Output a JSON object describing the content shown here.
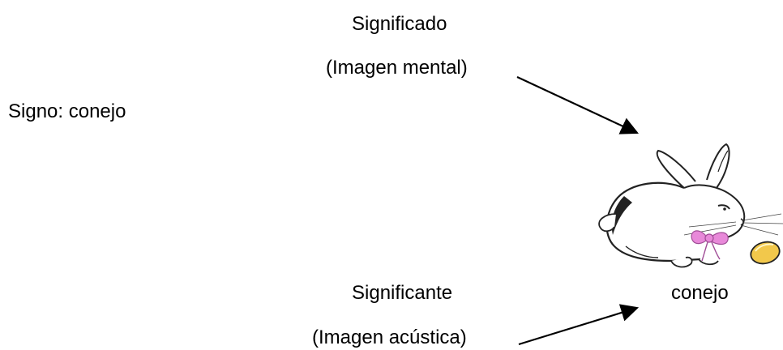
{
  "sign": {
    "label": "Signo: conejo"
  },
  "signified": {
    "title": "Significado",
    "subtitle": "(Imagen mental)"
  },
  "signifier": {
    "title": "Significante",
    "subtitle": "(Imagen acústica)"
  },
  "word": {
    "label": "conejo"
  },
  "image": {
    "icon": "rabbit-icon",
    "colors": {
      "outline": "#222222",
      "bow": "#e889d9",
      "egg": "#f2c84b"
    }
  }
}
